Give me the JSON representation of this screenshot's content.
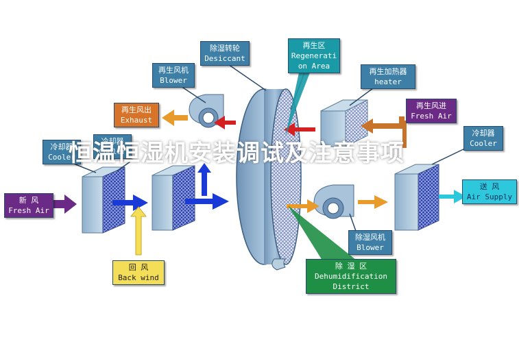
{
  "labels": {
    "desiccant": {
      "zh": "除湿转轮",
      "en": "Desiccant"
    },
    "blower_top": {
      "zh": "再生风机",
      "en": "Blower"
    },
    "regen_area": {
      "zh": "再生区",
      "en": "Regenerati",
      "en2": "on Area"
    },
    "heater": {
      "zh": "再生加热器",
      "en": "heater"
    },
    "exhaust": {
      "zh": "再生风出",
      "en": "Exhaust"
    },
    "regen_fresh_air": {
      "zh": "再生风进",
      "en": "Fresh Air"
    },
    "cooler_left": {
      "zh": "冷却器",
      "en": "Cooler"
    },
    "cooler_mid": {
      "zh": "冷却器",
      "en": "Cooler"
    },
    "cooler_right": {
      "zh": "冷却器",
      "en": "Cooler"
    },
    "fresh_air": {
      "zh": "新   风",
      "en": "Fresh Air"
    },
    "air_supply": {
      "zh": "送  风",
      "en": "Air Supply"
    },
    "blower_bottom": {
      "zh": "除湿风机",
      "en": "Blower"
    },
    "back_wind": {
      "zh": "回    风",
      "en": "Back wind"
    },
    "dehum_district": {
      "zh": "除   湿   区",
      "en": "Dehumidification",
      "en2": "District"
    }
  },
  "watermark": "恒温恒湿机安装调试及注意事项",
  "colors": {
    "label_blue": "#3d7fa6",
    "label_purple": "#6a2a86",
    "label_orange": "#d8742a",
    "label_green": "#1f8f46",
    "label_yellow": "#f4de58",
    "label_cyan": "#2ec8dc",
    "arrow_red": "#d42020",
    "arrow_blue": "#1a3ad8",
    "arrow_orange": "#e89a2a",
    "arrow_purple": "#6a2a86"
  }
}
